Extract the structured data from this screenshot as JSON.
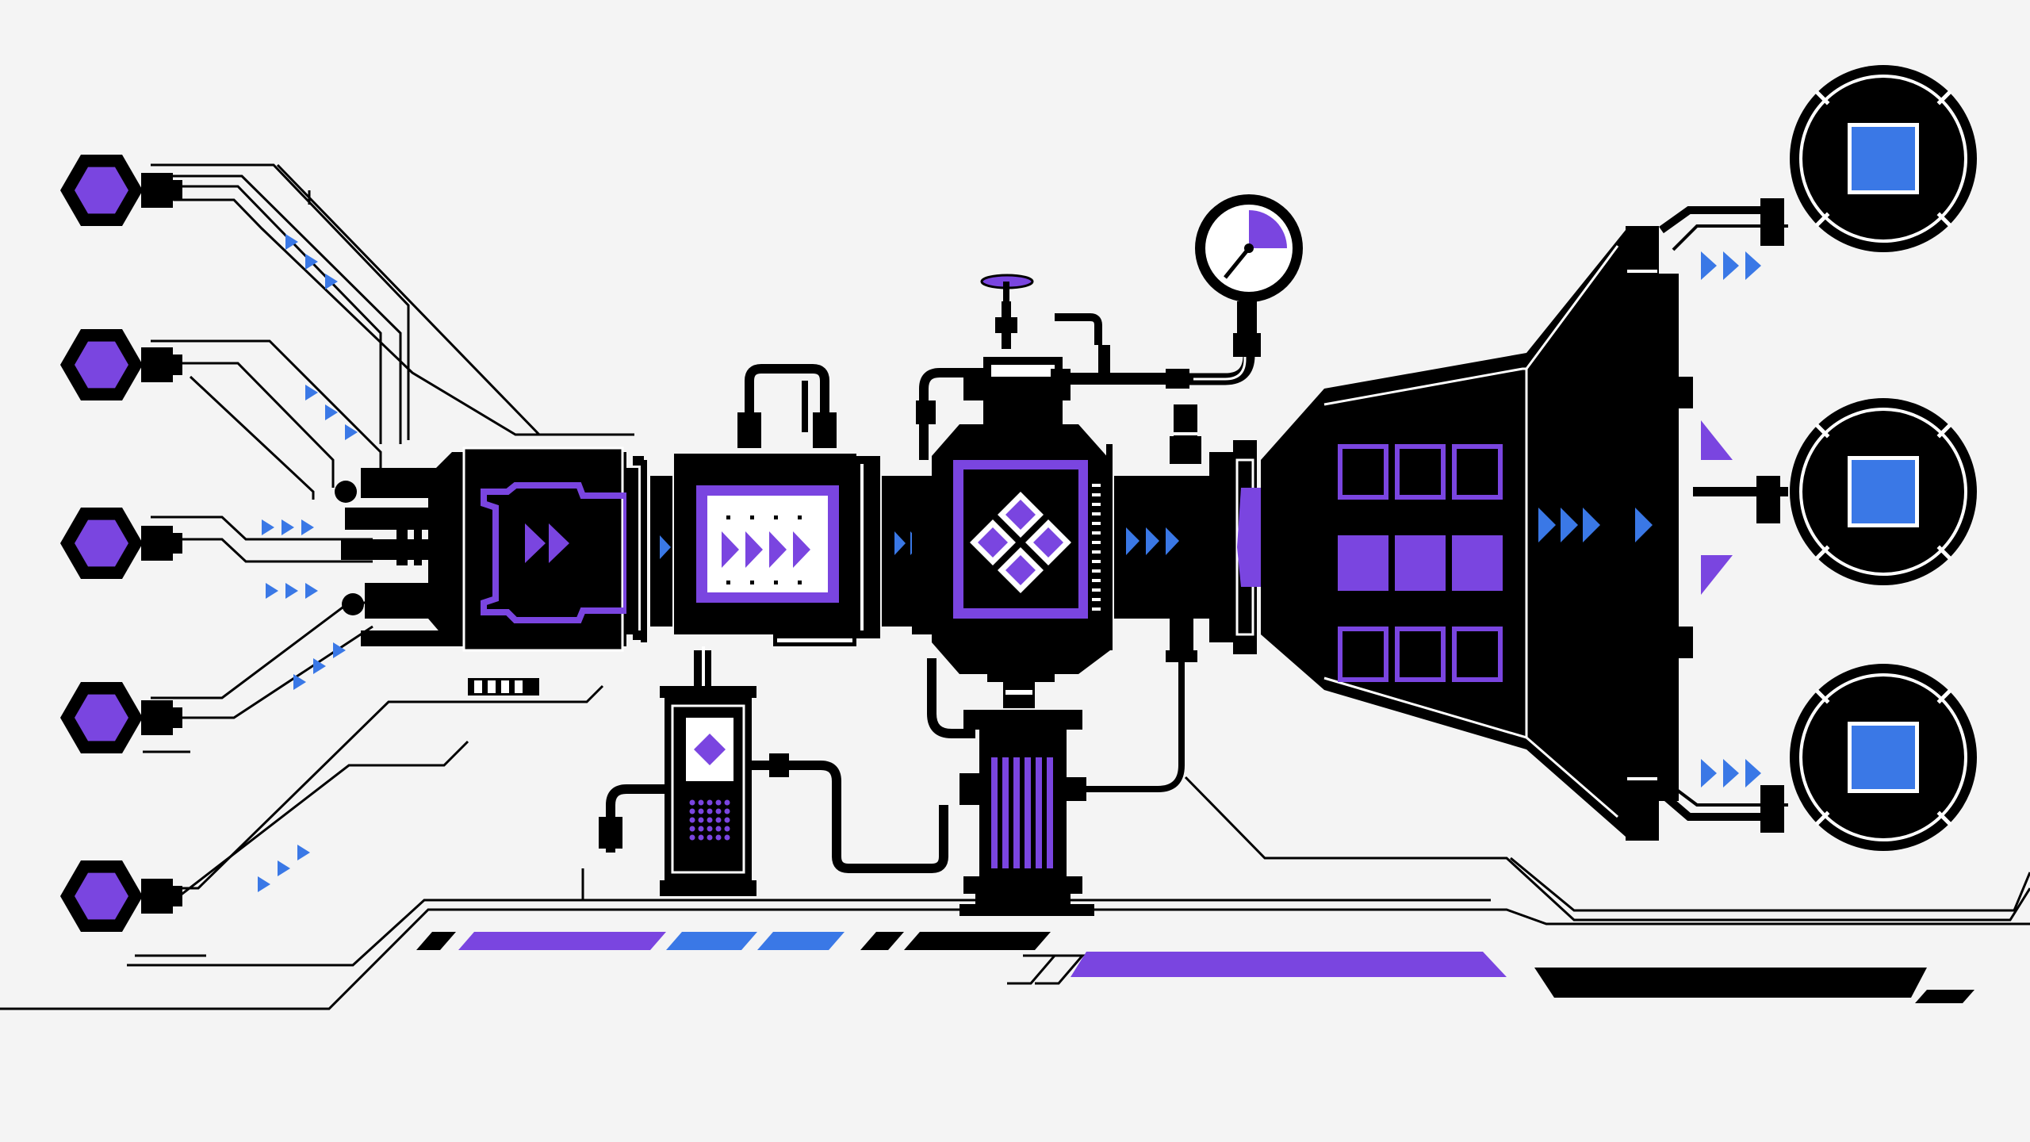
{
  "colors": {
    "background": "#f4f4f4",
    "ink": "#000000",
    "purple": "#7a45e0",
    "blue": "#3a78e6",
    "white": "#ffffff"
  },
  "inputs": {
    "icon": "hexagon-node-icon",
    "count": 5,
    "fill": "#7a45e0"
  },
  "outputs": {
    "icon": "circular-output-port-icon",
    "count": 3,
    "fill": "#3a78e6"
  },
  "gauge": {
    "icon": "pressure-gauge-icon",
    "fill_fraction": 0.25
  },
  "flow": {
    "icon": "flow-direction-arrow-icon",
    "color": "#3a78e6"
  },
  "stages": [
    {
      "name": "intake-manifold",
      "icon": "intake-manifold-icon"
    },
    {
      "name": "filter-chamber",
      "icon": "filter-chamber-icon"
    },
    {
      "name": "mixing-chamber",
      "icon": "diamond-cluster-icon"
    },
    {
      "name": "distribution-hopper",
      "icon": "grid-panel-icon"
    }
  ],
  "auxiliary": [
    {
      "name": "side-tank",
      "icon": "side-tank-icon"
    },
    {
      "name": "radiator-column",
      "icon": "radiator-icon"
    },
    {
      "name": "control-valve",
      "icon": "valve-wheel-icon"
    }
  ]
}
